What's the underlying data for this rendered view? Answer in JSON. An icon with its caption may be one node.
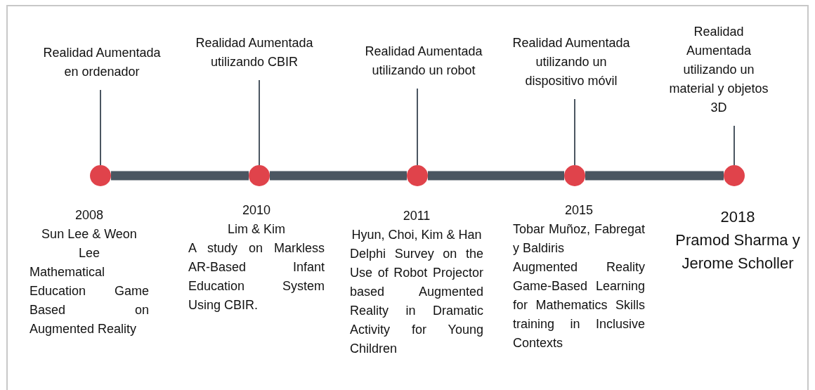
{
  "diagram": {
    "nodes": [
      {
        "text": [
          "Realidad Aumentada en ordenador"
        ]
      },
      {
        "text": [
          "Realidad Aumentada utilizando CBIR"
        ]
      },
      {
        "text": [
          "Realidad Aumentada utilizando un robot"
        ]
      },
      {
        "text": [
          "Realidad Aumentada utilizando un dispositivo móvil"
        ]
      },
      {
        "text": [
          "Realidad Aumentada utilizando un material y objetos 3D"
        ]
      },
      {
        "text": [],
        "shape": "circle",
        "beside": [
          "2008",
          "Sun Lee & Weon Lee",
          "Mathematical Education Game Based on Augmented Reality"
        ]
      },
      {
        "text": [],
        "shape": "circle",
        "beside": [
          "2010",
          "Lim & Kim",
          "A study on Markless AR-Based Infant Education System Using CBIR."
        ]
      },
      {
        "text": [],
        "shape": "circle",
        "beside": [
          "2011",
          "Hyun, Choi, Kim & Han",
          "Delphi Survey on the Use of Robot Projector based Augmented Reality in Dramatic Activity for Young Children"
        ]
      },
      {
        "text": [],
        "shape": "circle",
        "beside": [
          "2015",
          "Tobar Muñoz, Fabregat y Baldiris",
          "Augmented Reality Game-Based Learning for Mathematics Skills training in Inclusive Contexts"
        ]
      },
      {
        "text": [],
        "shape": "circle",
        "beside": [
          "2018",
          "Pramod Sharma y Jerome Scholler"
        ]
      }
    ],
    "edges": [
      {
        "from": 0,
        "to": 5,
        "arrow": "none"
      },
      {
        "from": 1,
        "to": 6,
        "arrow": "none"
      },
      {
        "from": 2,
        "to": 7,
        "arrow": "none"
      },
      {
        "from": 3,
        "to": 8,
        "arrow": "none"
      },
      {
        "from": 4,
        "to": 9,
        "arrow": "none"
      },
      {
        "from": 5,
        "to": 6,
        "arrow": "none",
        "style": "thick"
      },
      {
        "from": 6,
        "to": 7,
        "arrow": "none",
        "style": "thick"
      },
      {
        "from": 7,
        "to": 8,
        "arrow": "none",
        "style": "thick"
      },
      {
        "from": 8,
        "to": 9,
        "arrow": "none",
        "style": "thick"
      }
    ]
  }
}
